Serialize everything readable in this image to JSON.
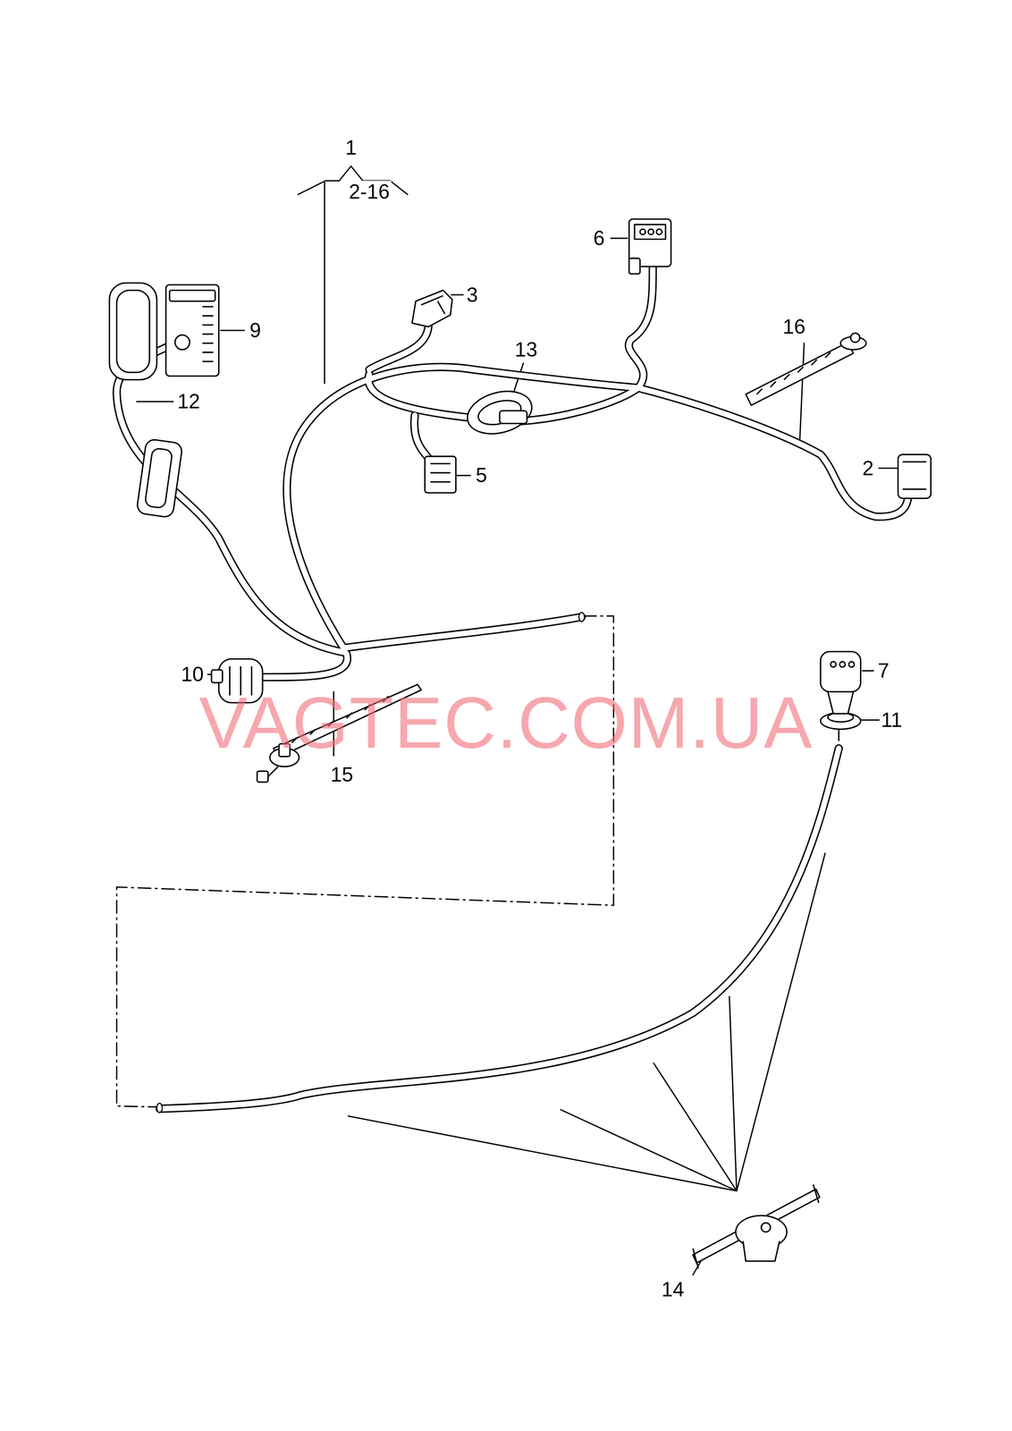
{
  "diagram": {
    "labels": [
      "1",
      "2-16",
      "6",
      "3",
      "9",
      "16",
      "13",
      "12",
      "2",
      "5",
      "10",
      "7",
      "11",
      "VAGTEC.COM.UA",
      "15",
      "14"
    ]
  }
}
